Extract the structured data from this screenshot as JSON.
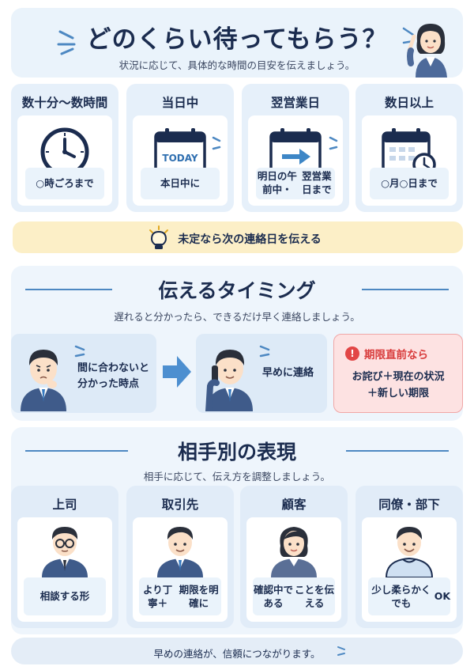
{
  "header": {
    "title": "どのくらい待ってもらう？",
    "subtitle": "状況に応じて、具体的な時間の目安を伝えましょう。"
  },
  "timing_cards": [
    {
      "title": "数十分〜数時間",
      "label": "○時ごろまで",
      "icon": "clock-icon"
    },
    {
      "title": "当日中",
      "label": "本日中に",
      "icon": "today-calendar-icon",
      "icon_text": "TODAY"
    },
    {
      "title": "翌営業日",
      "label": "明日の午前中・翌営業日まで",
      "label_lines": [
        "明日の午前中・",
        "翌営業日まで"
      ],
      "icon": "calendar-arrow-icon"
    },
    {
      "title": "数日以上",
      "label": "○月○日まで",
      "icon": "calendar-clock-icon"
    }
  ],
  "hint": {
    "text": "未定なら次の連絡日を伝える",
    "icon": "lightbulb-icon"
  },
  "timing_section": {
    "title": "伝えるタイミング",
    "subtitle": "遅れると分かったら、できるだけ早く連絡しましょう。",
    "step1_lines": [
      "間に合わないと",
      "分かった時点"
    ],
    "step2": "早めに連絡",
    "alert_title": "期限直前なら",
    "alert_lines": [
      "お詫び＋現在の状況",
      "＋新しい期限"
    ]
  },
  "partner_section": {
    "title": "相手別の表現",
    "subtitle": "相手に応じて、伝え方を調整しましょう。",
    "cards": [
      {
        "title": "上司",
        "lines": [
          "相談する形"
        ]
      },
      {
        "title": "取引先",
        "lines": [
          "より丁寧＋",
          "期限を明確に"
        ]
      },
      {
        "title": "顧客",
        "lines": [
          "確認中である",
          "ことを伝える"
        ]
      },
      {
        "title": "同僚・部下",
        "lines": [
          "少し柔らかくでも",
          "OK"
        ]
      }
    ]
  },
  "footer": {
    "text": "早めの連絡が、信頼につながります。"
  },
  "colors": {
    "accent": "#4d88c2",
    "navy": "#1b2c4f",
    "alert": "#e24646",
    "hint_bg": "#fcefc7"
  }
}
